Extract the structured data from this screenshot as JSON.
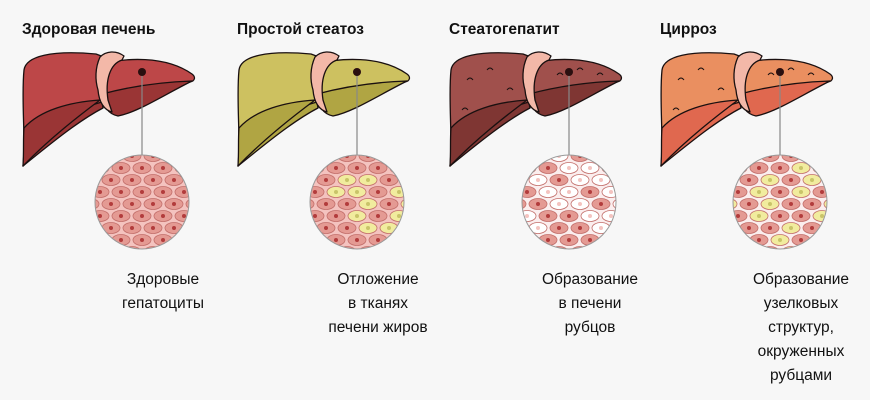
{
  "stages": [
    {
      "title": "Здоровая печень",
      "caption": [
        "Здоровые",
        "гепатоциты"
      ],
      "colors": {
        "liver": "#bd4748",
        "liver_dark": "#9a3535",
        "band": "#f3b8a8",
        "cell_bg": "#f4c3bf",
        "cell": "#e49a93",
        "nucleus": "#b23c3c",
        "special": ""
      },
      "variant": "healthy"
    },
    {
      "title": "Простой стеатоз",
      "caption": [
        "Отложение",
        "в тканях",
        "печени жиров"
      ],
      "colors": {
        "liver": "#cdc160",
        "liver_dark": "#b0a543",
        "band": "#f3b8a8",
        "cell_bg": "#f4c3bf",
        "cell": "#e49a93",
        "nucleus": "#b23c3c",
        "special": "#f1ec9e"
      },
      "variant": "fat"
    },
    {
      "title": "Стеатогепатит",
      "caption": [
        "Образование",
        "в печени",
        "рубцов"
      ],
      "colors": {
        "liver": "#a0504c",
        "liver_dark": "#7f3633",
        "band": "#f3b8a8",
        "cell_bg": "#fbeeee",
        "cell": "#e49a93",
        "nucleus": "#b23c3c",
        "special": "#ffffff"
      },
      "variant": "scar"
    },
    {
      "title": "Цирроз",
      "caption": [
        "Образование",
        "узелковых",
        "структур,",
        "окруженных",
        "рубцами"
      ],
      "colors": {
        "liver": "#ea8f60",
        "liver_dark": "#e0684f",
        "band": "#f3b8a8",
        "cell_bg": "#fbeeee",
        "cell": "#e49a93",
        "nucleus": "#b23c3c",
        "special": "#f1ec9e"
      },
      "variant": "cirrhosis"
    }
  ]
}
